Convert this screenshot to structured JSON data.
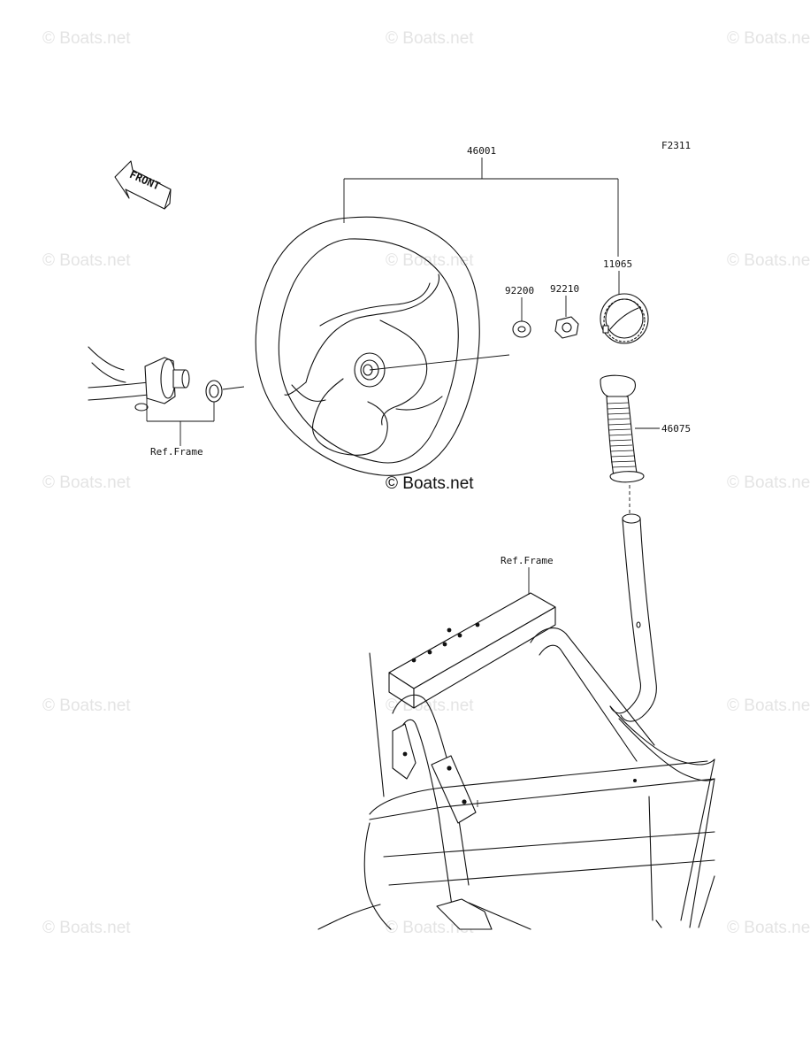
{
  "figure_code": "F2311",
  "front_arrow_label": "FRONT",
  "watermark": "© Boats.net",
  "parts": [
    {
      "number": "46001",
      "description": ""
    },
    {
      "number": "11065",
      "description": ""
    },
    {
      "number": "92200",
      "description": ""
    },
    {
      "number": "92210",
      "description": ""
    },
    {
      "number": "46075",
      "description": ""
    }
  ],
  "references": [
    "Ref.Frame",
    "Ref.Frame"
  ]
}
